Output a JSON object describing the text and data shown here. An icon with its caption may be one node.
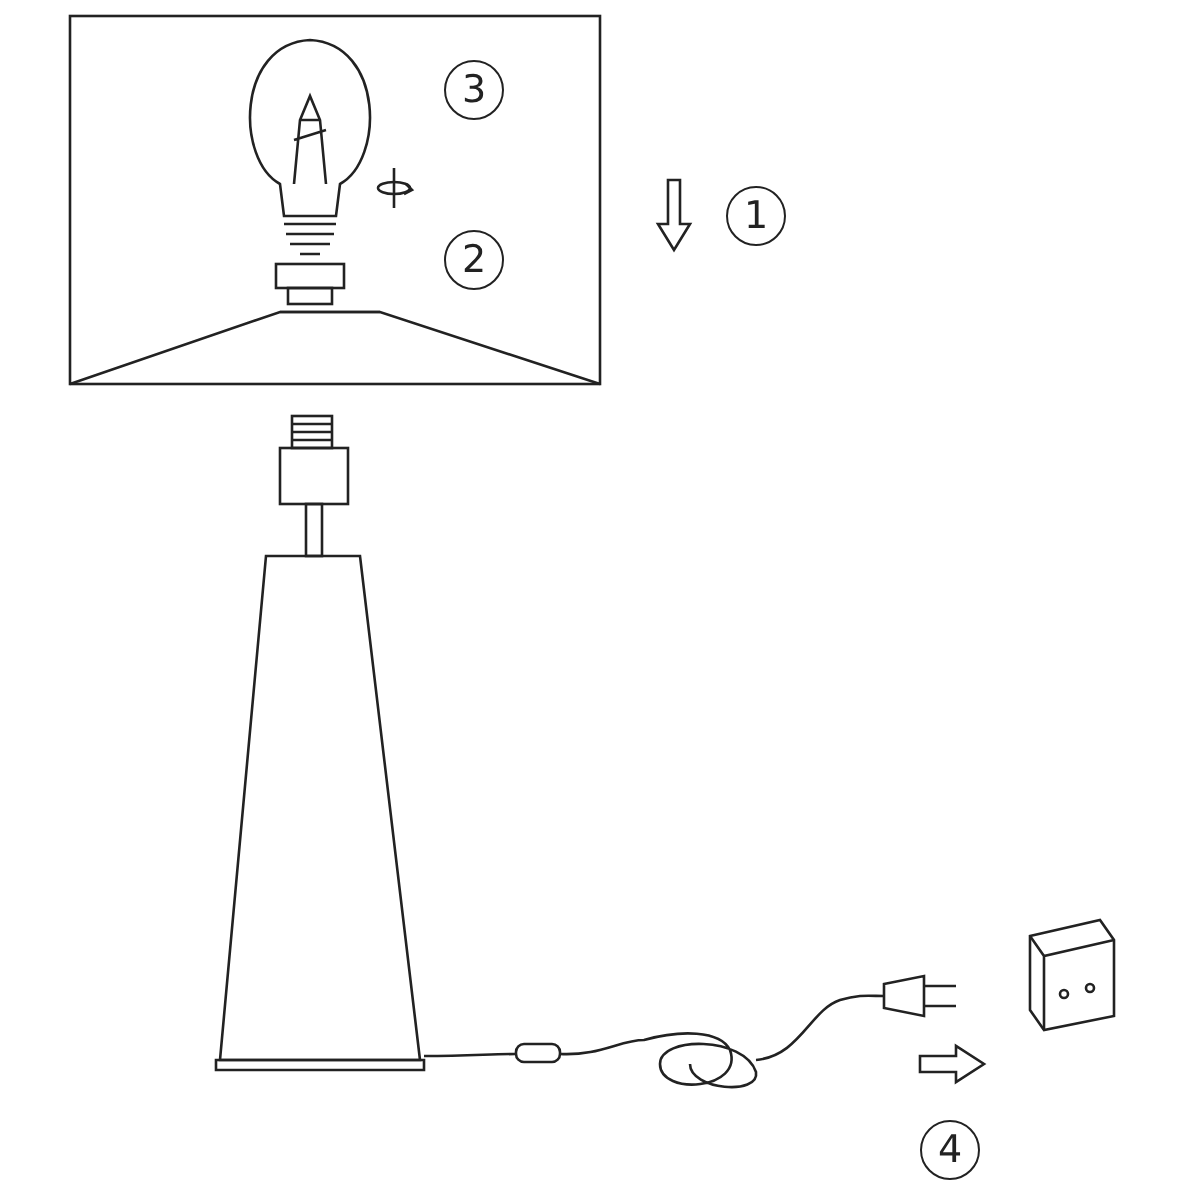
{
  "diagram": {
    "labels": [
      "3",
      "1",
      "2",
      "4"
    ]
  }
}
